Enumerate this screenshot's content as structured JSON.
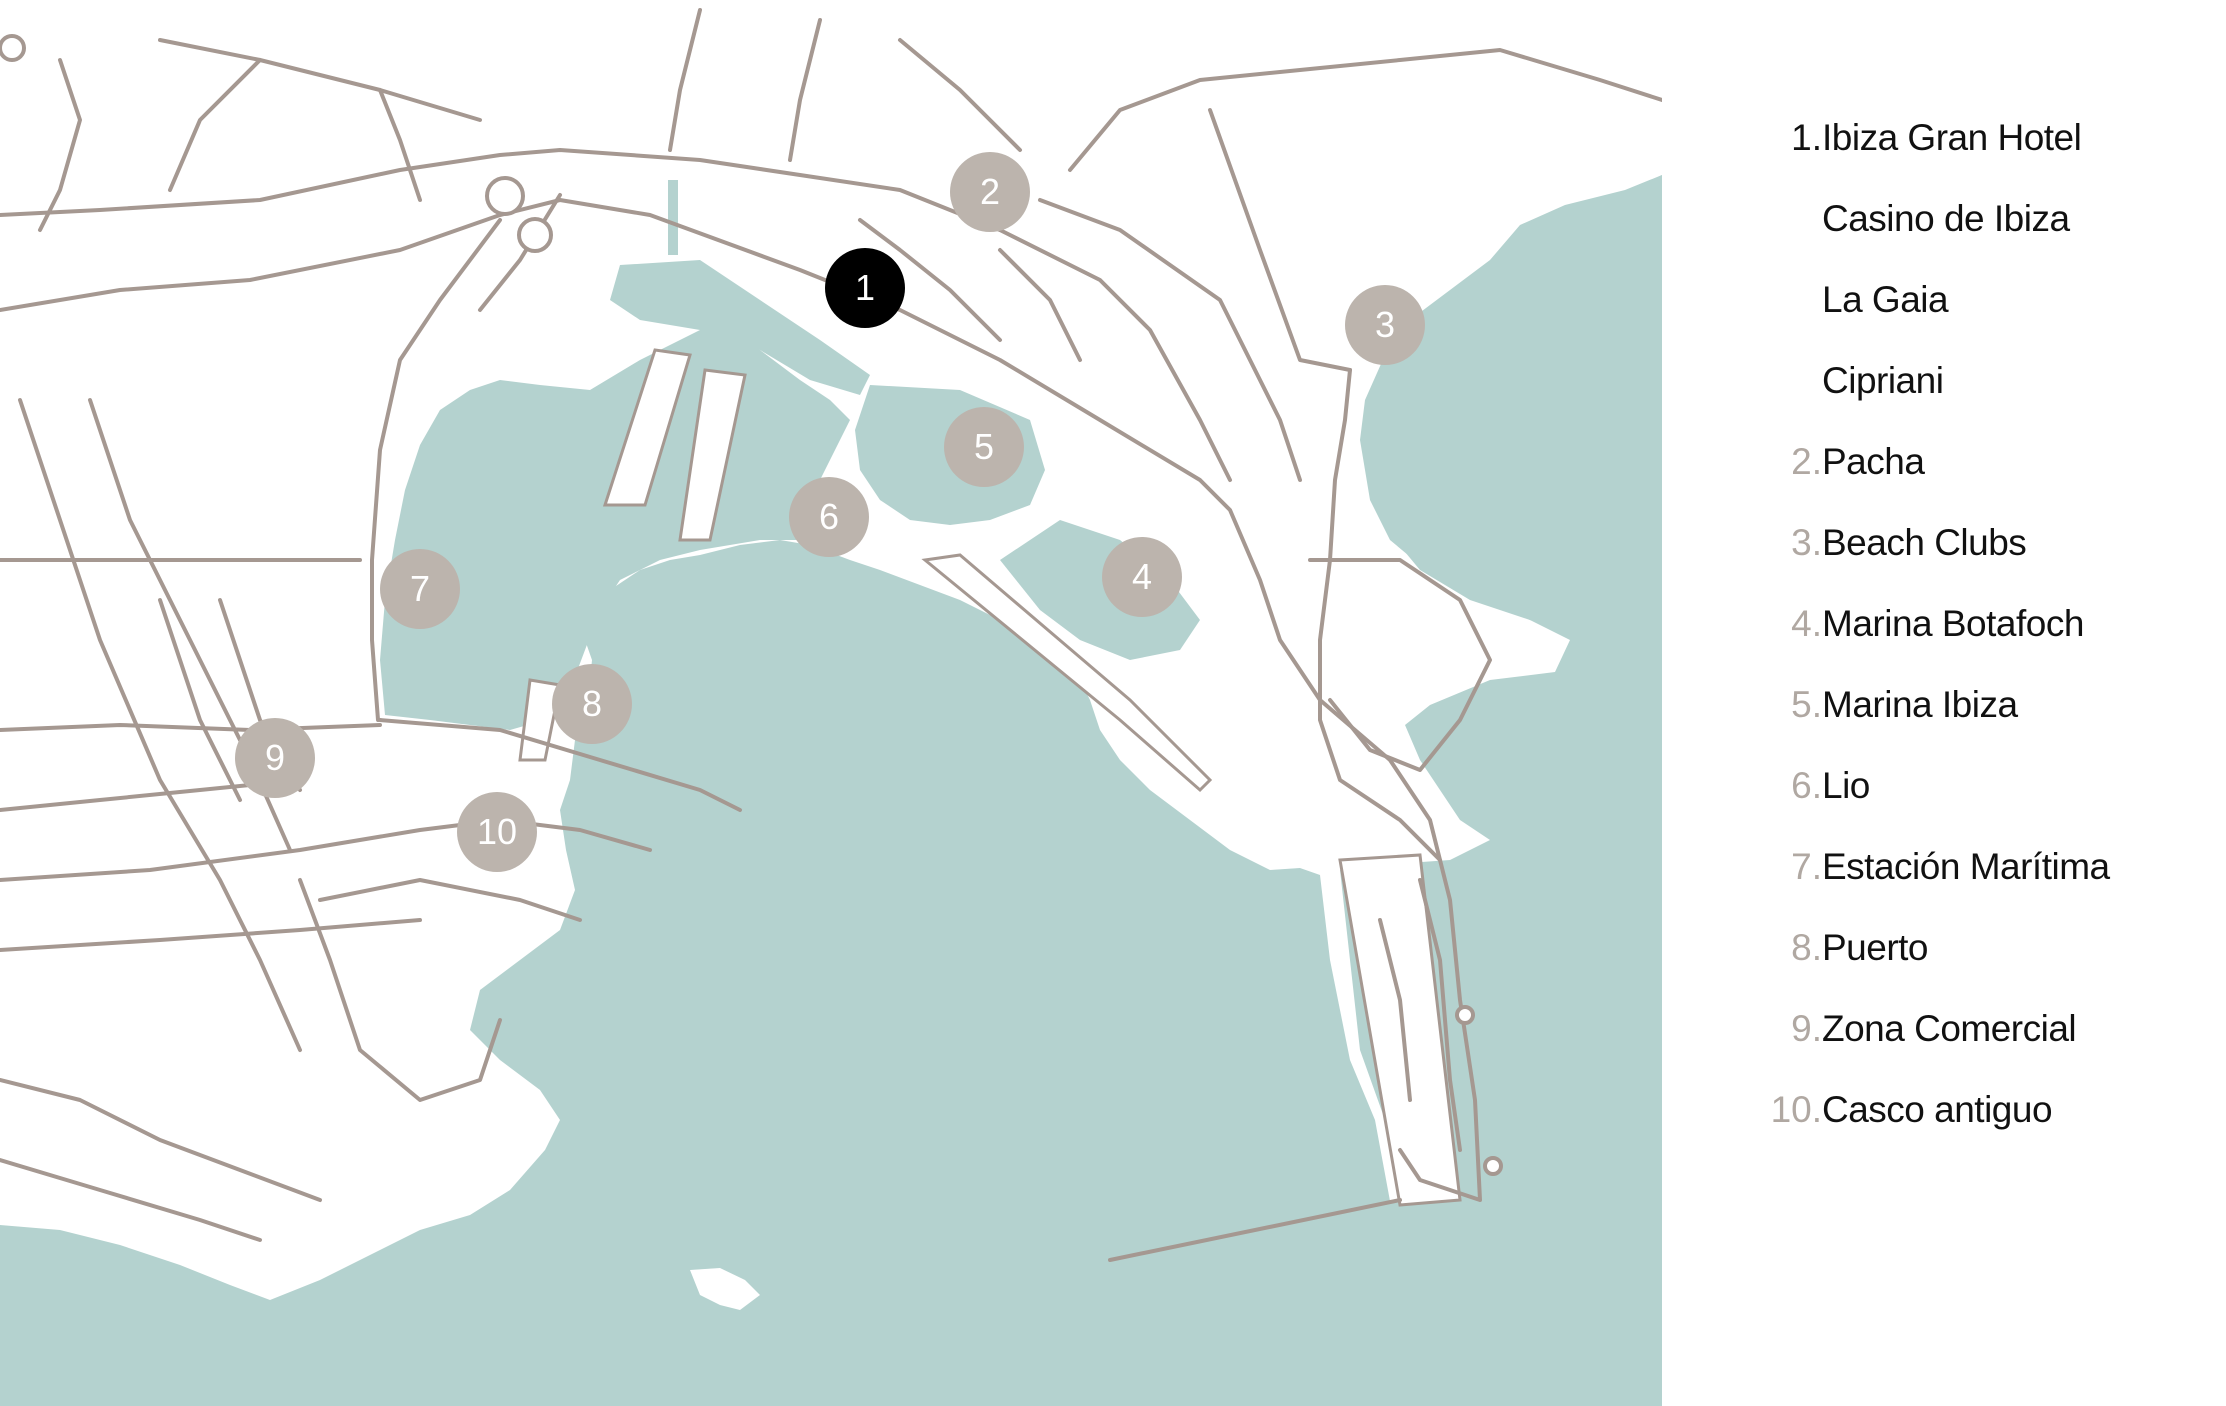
{
  "colors": {
    "water": "#b4d2cf",
    "land": "#ffffff",
    "road": "#a59891",
    "marker_default": "#bcb4ad",
    "marker_highlight": "#000000",
    "marker_text": "#ffffff",
    "number_muted": "#b0a8a2",
    "number_strong": "#111111"
  },
  "markers": [
    {
      "label": "1",
      "highlight": true
    },
    {
      "label": "2"
    },
    {
      "label": "3"
    },
    {
      "label": "4"
    },
    {
      "label": "5"
    },
    {
      "label": "6"
    },
    {
      "label": "7"
    },
    {
      "label": "8"
    },
    {
      "label": "9"
    },
    {
      "label": "10"
    }
  ],
  "legend": [
    {
      "num": "1.",
      "name": "Ibiza Gran Hotel",
      "strong": true
    },
    {
      "num": "",
      "name": "Casino de Ibiza"
    },
    {
      "num": "",
      "name": "La Gaia"
    },
    {
      "num": "",
      "name": "Cipriani"
    },
    {
      "num": "2.",
      "name": "Pacha"
    },
    {
      "num": "3.",
      "name": "Beach Clubs"
    },
    {
      "num": "4.",
      "name": "Marina Botafoch"
    },
    {
      "num": "5.",
      "name": "Marina Ibiza"
    },
    {
      "num": "6.",
      "name": "Lio"
    },
    {
      "num": "7.",
      "name": "Estación Marítima"
    },
    {
      "num": "8.",
      "name": "Puerto"
    },
    {
      "num": "9.",
      "name": "Zona Comercial"
    },
    {
      "num": "10.",
      "name": "Casco antiguo"
    }
  ]
}
